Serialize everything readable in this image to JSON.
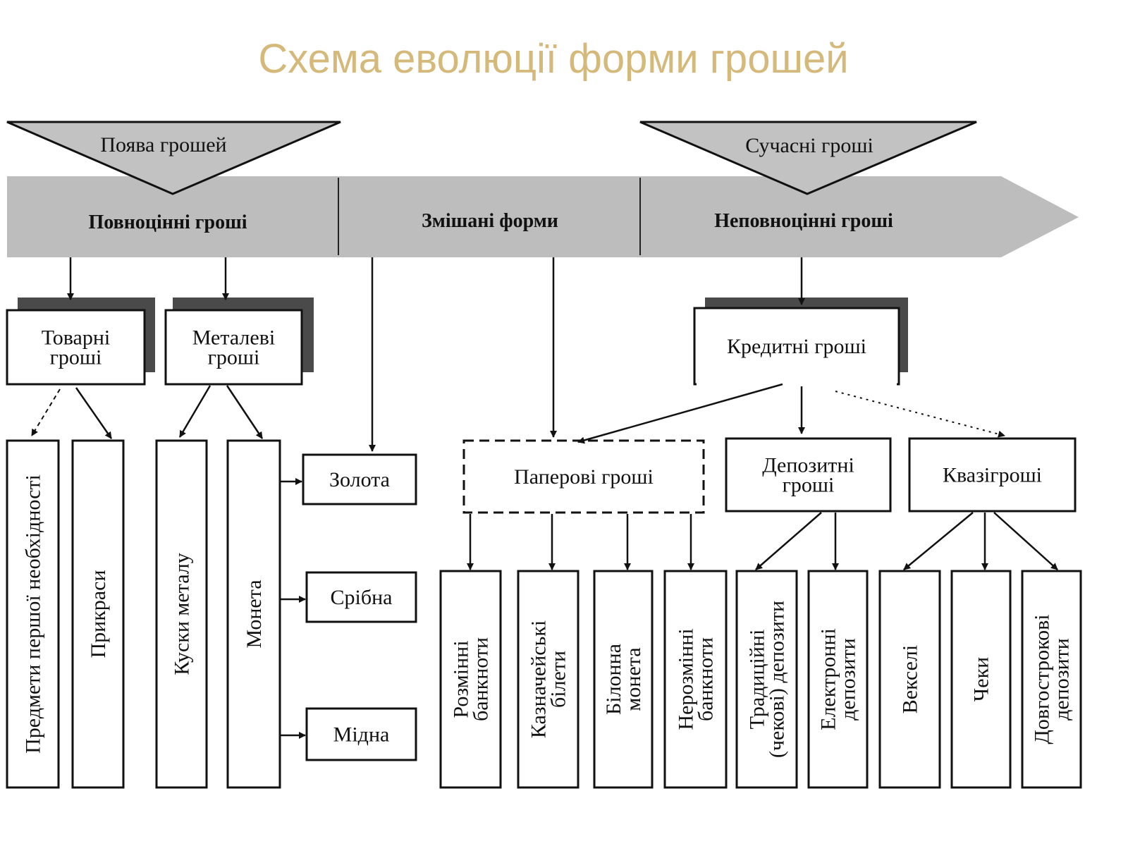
{
  "title": "Схема еволюції форми грошей",
  "top": {
    "appearance": "Поява грошей",
    "modern": "Сучасні гроші"
  },
  "band": {
    "full_value": "Повноцінні гроші",
    "mixed": "Змішані форми",
    "token": "Неповноцінні гроші"
  },
  "groups": {
    "commodity": [
      "Товарні",
      "гроші"
    ],
    "metal": [
      "Металеві",
      "гроші"
    ],
    "credit": [
      "Кредитні гроші"
    ],
    "paper": [
      "Паперові гроші"
    ],
    "deposit": [
      "Депозитні",
      "гроші"
    ],
    "quasi": [
      "Квазігроші"
    ]
  },
  "coins": {
    "gold": "Золота",
    "silver": "Срібна",
    "copper": "Мідна"
  },
  "items": {
    "necessities": [
      "Предмети першої необхідності"
    ],
    "jewelry": [
      "Прикраси"
    ],
    "metal_pieces": [
      "Куски металу"
    ],
    "coin": [
      "Монета"
    ],
    "exchangeable_notes": [
      "Розмінні",
      "банкноти"
    ],
    "treasury_notes": [
      "Казначейські",
      "білети"
    ],
    "billon_coin": [
      "Білонна",
      "монета"
    ],
    "nonexchangeable_notes": [
      "Нерозмінні",
      "банкноти"
    ],
    "traditional_deposits": [
      "Традиційні",
      "(чекові) депозити"
    ],
    "electronic_deposits": [
      "Електронні",
      "депозити"
    ],
    "bills": [
      "Векселі"
    ],
    "checks": [
      "Чеки"
    ],
    "longterm_deposits": [
      "Довгострокові",
      "депозити"
    ]
  }
}
